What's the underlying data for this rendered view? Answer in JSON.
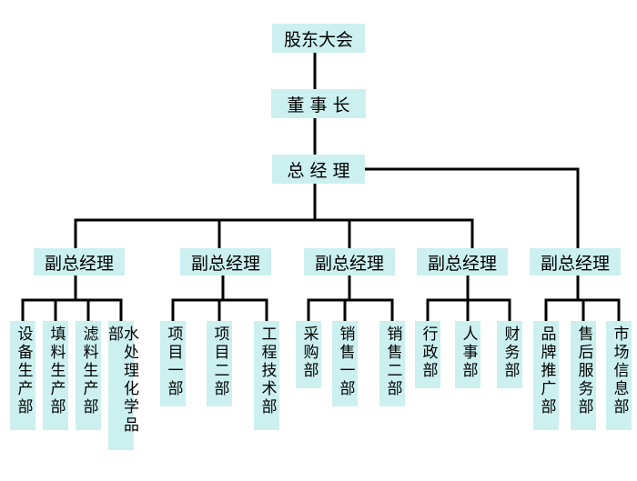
{
  "top": {
    "shareholders": "股东大会",
    "chairman": "董事长",
    "gm": "总经理"
  },
  "vp_label": "副总经理",
  "groups": [
    {
      "vp": "副总经理",
      "depts": [
        "设备生产部",
        "填料生产部",
        "滤料生产部",
        "水处理化学品部"
      ]
    },
    {
      "vp": "副总经理",
      "depts": [
        "项目一部",
        "项目二部",
        "工程技术部"
      ]
    },
    {
      "vp": "副总经理",
      "depts": [
        "采购部",
        "销售一部",
        "销售二部"
      ]
    },
    {
      "vp": "副总经理",
      "depts": [
        "行政部",
        "人事部",
        "财务部"
      ]
    },
    {
      "vp": "副总经理",
      "depts": [
        "品牌推广部",
        "售后服务部",
        "市场信息部"
      ]
    }
  ],
  "colors": {
    "box": "#ccf0f0",
    "line": "#000000"
  }
}
